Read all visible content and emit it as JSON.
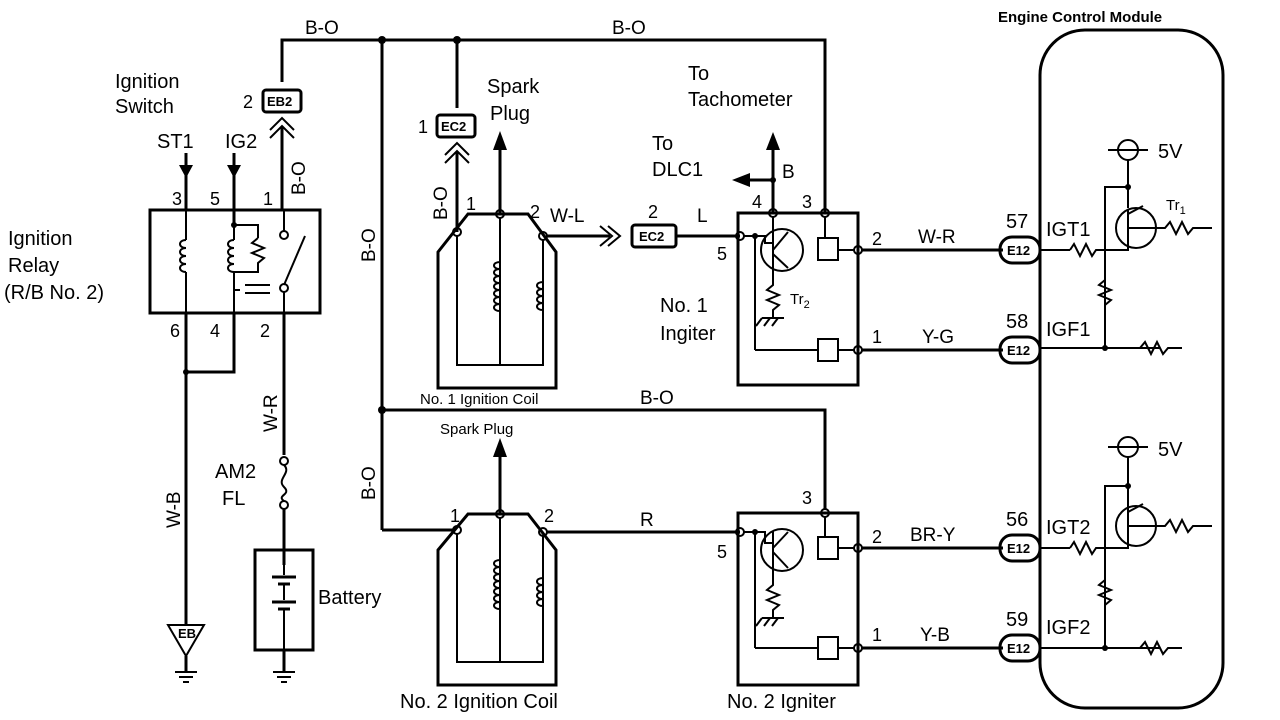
{
  "labels": {
    "ecm_title": "Engine Control Module",
    "ign_switch_1": "Ignition",
    "ign_switch_2": "Switch",
    "st1": "ST1",
    "ig2": "IG2",
    "relay_1": "Ignition",
    "relay_2": "Relay",
    "relay_3": "(R/B No. 2)",
    "spark_plug_1a": "Spark",
    "spark_plug_1b": "Plug",
    "spark_plug_2": "Spark Plug",
    "to_tach_1": "To",
    "to_tach_2": "Tachometer",
    "to_dlc_1": "To",
    "to_dlc_2": "DLC1",
    "no1_igniter_1": "No. 1",
    "no1_igniter_2": "Ingiter",
    "no1_coil": "No. 1 Ignition Coil",
    "no2_coil": "No. 2 Ignition Coil",
    "no2_igniter": "No. 2 Igniter",
    "am2_1": "AM2",
    "am2_2": "FL",
    "battery": "Battery",
    "tr1": "Tr",
    "tr1_sub": "1",
    "tr2": "Tr",
    "tr2_sub": "2",
    "v5a": "5V",
    "v5b": "5V"
  },
  "wires": {
    "bo_top_left": "B-O",
    "bo_top_right": "B-O",
    "bo_relay": "B-O",
    "bo_ec2": "B-O",
    "bo_vertical": "B-O",
    "bo_mid": "B-O",
    "bo_lower": "B-O",
    "wl": "W-L",
    "l": "L",
    "b": "B",
    "wr_ecm": "W-R",
    "yg": "Y-G",
    "wr_relay": "W-R",
    "wb": "W-B",
    "r": "R",
    "bry": "BR-Y",
    "yb": "Y-B"
  },
  "connectors": {
    "eb2": "EB2",
    "ec2_top": "EC2",
    "ec2_mid": "EC2",
    "e12_57": "E12",
    "e12_58": "E12",
    "e12_56": "E12",
    "e12_59": "E12",
    "eb": "EB"
  },
  "pins": {
    "eb2_pin": "2",
    "ec2_top_pin": "1",
    "ec2_mid_pin": "2",
    "relay_3": "3",
    "relay_5": "5",
    "relay_1": "1",
    "relay_6": "6",
    "relay_4": "4",
    "relay_2": "2",
    "coil1_1": "1",
    "coil1_2": "2",
    "coil2_1": "1",
    "coil2_2": "2",
    "ig1_4": "4",
    "ig1_3": "3",
    "ig1_5": "5",
    "ig1_2": "2",
    "ig1_1": "1",
    "ig2_3": "3",
    "ig2_5": "5",
    "ig2_2": "2",
    "ig2_1": "1",
    "ecm_57": "57",
    "ecm_58": "58",
    "ecm_56": "56",
    "ecm_59": "59"
  },
  "signals": {
    "igt1": "IGT1",
    "igf1": "IGF1",
    "igt2": "IGT2",
    "igf2": "IGF2"
  }
}
